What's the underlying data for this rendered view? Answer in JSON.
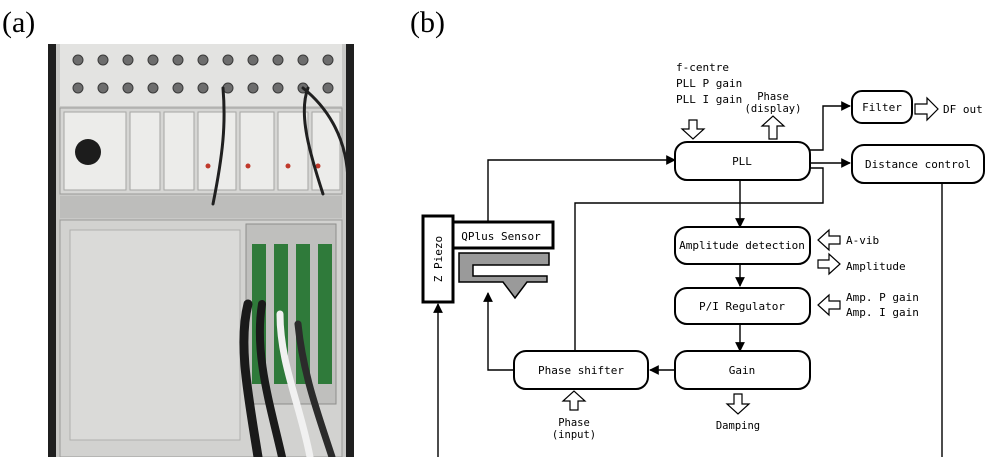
{
  "panels": {
    "a": "(a)",
    "b": "(b)"
  },
  "blocks": {
    "pll": "PLL",
    "filter": "Filter",
    "distance_control": "Distance control",
    "amplitude_detection": "Amplitude detection",
    "pi_regulator": "P/I Regulator",
    "gain": "Gain",
    "phase_shifter": "Phase shifter",
    "z_piezo": "Z Piezo",
    "qplus_sensor": "QPlus Sensor"
  },
  "signals": {
    "pll_inputs": [
      "f-centre",
      "PLL P gain",
      "PLL I gain"
    ],
    "phase_display": [
      "Phase",
      "(display)"
    ],
    "df_out": "DF out",
    "a_vib": "A-vib",
    "amplitude": "Amplitude",
    "amp_gains": [
      "Amp. P gain",
      "Amp. I gain"
    ],
    "damping": "Damping",
    "phase_input": [
      "Phase",
      "(input)"
    ]
  },
  "colors": {
    "line": "#000000",
    "sensor_fill": "#9a9a9a",
    "rack_panel": "#dcdcda",
    "rack_frame": "#b9b9b7",
    "cabinet_dark": "#2a2a2a"
  }
}
